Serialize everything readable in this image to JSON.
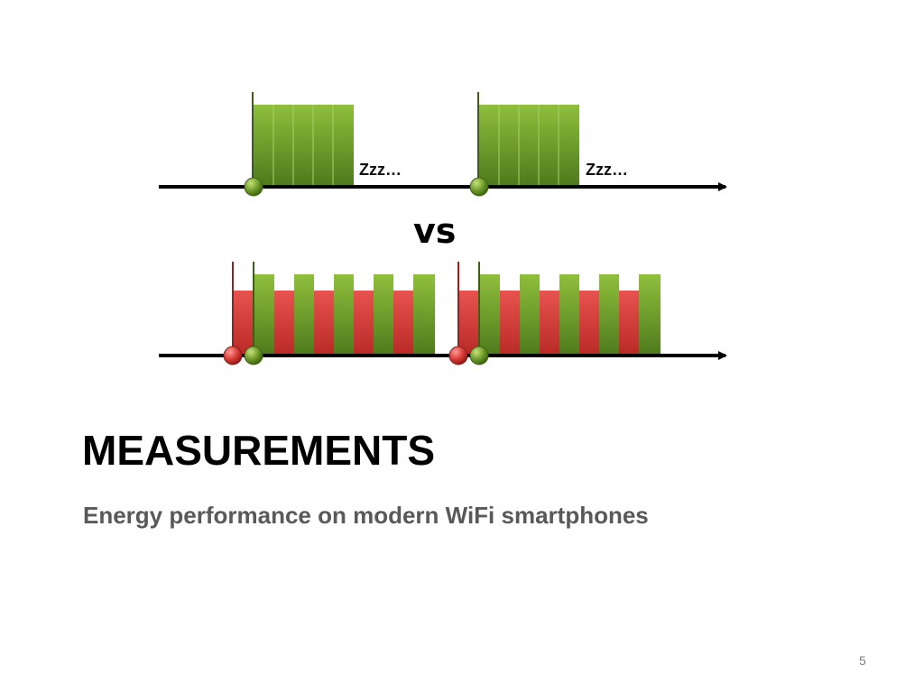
{
  "slide": {
    "title": "MEASUREMENTS",
    "subtitle": "Energy performance on modern WiFi smartphones",
    "page_number": "5",
    "versus_label": "vs"
  },
  "diagram": {
    "sleep_labels": [
      "Zzz…",
      "Zzz…"
    ],
    "colors": {
      "green_light": "#8fbf3c",
      "green_dark": "#4e7a1c",
      "red_light": "#e8534f",
      "red_dark": "#b82a26",
      "axis": "#000000"
    }
  }
}
